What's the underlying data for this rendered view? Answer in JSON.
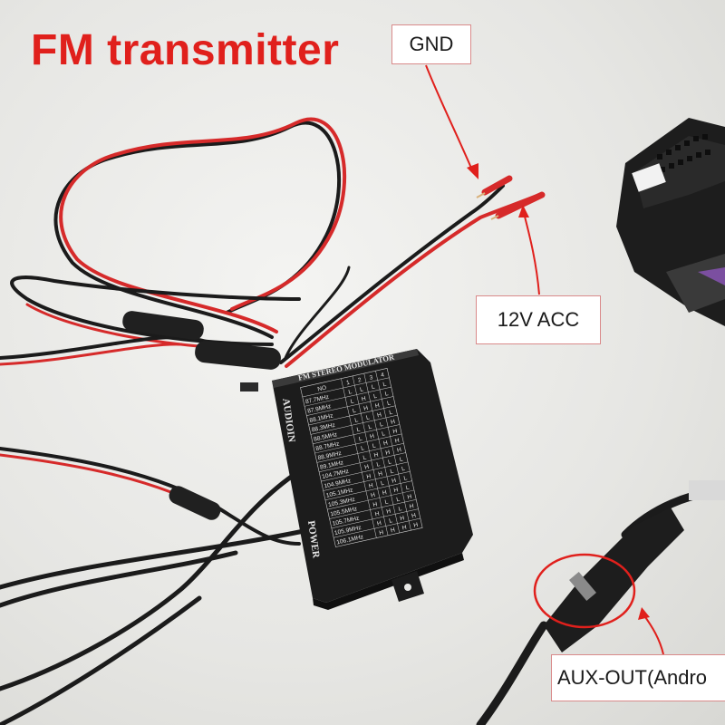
{
  "title": "FM transmitter",
  "labels": {
    "gnd": "GND",
    "acc": "12V ACC",
    "aux": "AUX-OUT(Andro"
  },
  "module": {
    "heading": "FM STEREO MODULATOR",
    "side_left": "AUDIOIN",
    "side_bottom": "POWER",
    "columns": [
      "NO",
      "1",
      "2",
      "3",
      "4"
    ],
    "rows": [
      {
        "freq": "87.7MHz",
        "sw": [
          "L",
          "L",
          "L",
          "L"
        ]
      },
      {
        "freq": "87.9MHz",
        "sw": [
          "L",
          "H",
          "L",
          "L"
        ]
      },
      {
        "freq": "88.1MHz",
        "sw": [
          "L",
          "H",
          "H",
          "L"
        ]
      },
      {
        "freq": "88.3MHz",
        "sw": [
          "L",
          "L",
          "H",
          "L"
        ]
      },
      {
        "freq": "88.5MHz",
        "sw": [
          "L",
          "L",
          "L",
          "H"
        ]
      },
      {
        "freq": "88.7MHz",
        "sw": [
          "L",
          "H",
          "L",
          "H"
        ]
      },
      {
        "freq": "88.9MHz",
        "sw": [
          "L",
          "L",
          "H",
          "H"
        ]
      },
      {
        "freq": "89.1MHz",
        "sw": [
          "L",
          "H",
          "H",
          "H"
        ]
      },
      {
        "freq": "104.7MHz",
        "sw": [
          "H",
          "L",
          "L",
          "L"
        ]
      },
      {
        "freq": "104.9MHz",
        "sw": [
          "H",
          "H",
          "L",
          "L"
        ]
      },
      {
        "freq": "105.1MHz",
        "sw": [
          "H",
          "L",
          "H",
          "L"
        ]
      },
      {
        "freq": "105.3MHz",
        "sw": [
          "H",
          "H",
          "H",
          "L"
        ]
      },
      {
        "freq": "105.5MHz",
        "sw": [
          "H",
          "L",
          "L",
          "H"
        ]
      },
      {
        "freq": "105.7MHz",
        "sw": [
          "H",
          "H",
          "L",
          "H"
        ]
      },
      {
        "freq": "105.9MHz",
        "sw": [
          "H",
          "L",
          "H",
          "H"
        ]
      },
      {
        "freq": "106.1MHz",
        "sw": [
          "H",
          "H",
          "H",
          "H"
        ]
      }
    ]
  },
  "colors": {
    "title_red": "#e0201c",
    "wire_red": "#d62a2a",
    "wire_black": "#1b1b1b",
    "module_body": "#1c1c1c",
    "annotation_red": "#e0201c"
  }
}
